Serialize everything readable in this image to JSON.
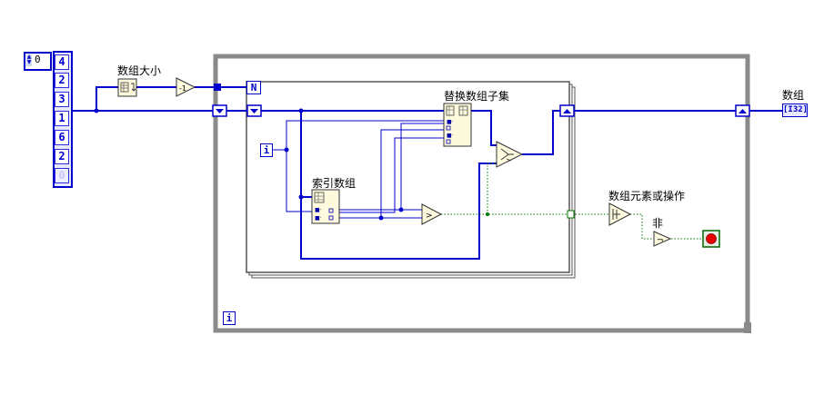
{
  "array_control": {
    "index_value": "0",
    "elements": [
      "4",
      "2",
      "3",
      "1",
      "6",
      "2",
      "0"
    ]
  },
  "nodes": {
    "array_size_label": "数组大小",
    "decrement_symbol": "-1",
    "count_terminal": "N",
    "iteration_inner": "i",
    "iteration_outer": "i",
    "index_array_label": "索引数组",
    "replace_subset_label": "替换数组子集",
    "or_array_label": "数组元素或操作",
    "not_label": "非",
    "output_label": "数组",
    "output_type": "[I32]",
    "greater_symbol": ">",
    "not_symbol": "¬"
  },
  "colors": {
    "wire_int": "#0000cc",
    "wire_bool": "#007700",
    "loop_frame": "#888888",
    "node_fill": "#fcf9dc"
  }
}
